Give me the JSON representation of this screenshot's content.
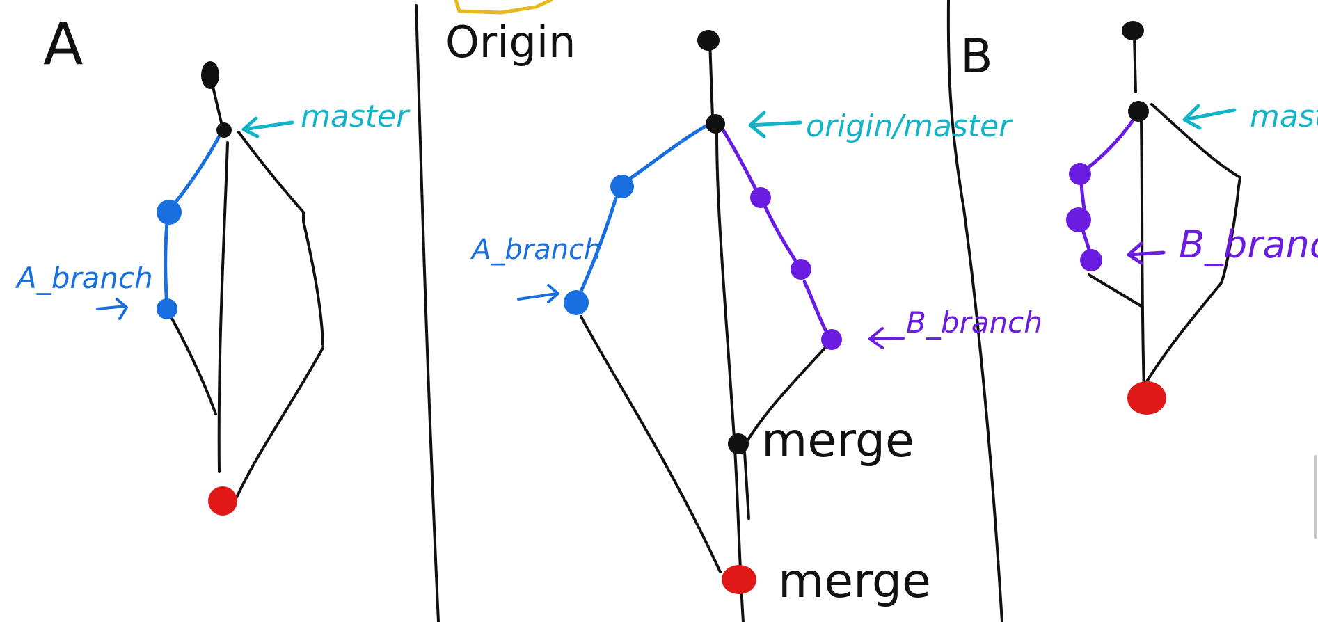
{
  "colors": {
    "ink": "#111111",
    "blue": "#1a6fe0",
    "purple": "#6a1de0",
    "cyan": "#14b4c8",
    "red": "#e01818",
    "yellow": "#e8b820",
    "scrollbar": "#c8c8c8"
  },
  "panels": {
    "a": {
      "title": "A",
      "master_label": "master",
      "branch_label": "A_branch"
    },
    "origin": {
      "title": "Origin",
      "master_label": "origin/master",
      "a_branch_label": "A_branch",
      "b_branch_label": "B_branch",
      "merge_label_1": "merge",
      "merge_label_2": "merge"
    },
    "b": {
      "title": "B",
      "master_label": "master",
      "branch_label": "B_branch"
    }
  }
}
